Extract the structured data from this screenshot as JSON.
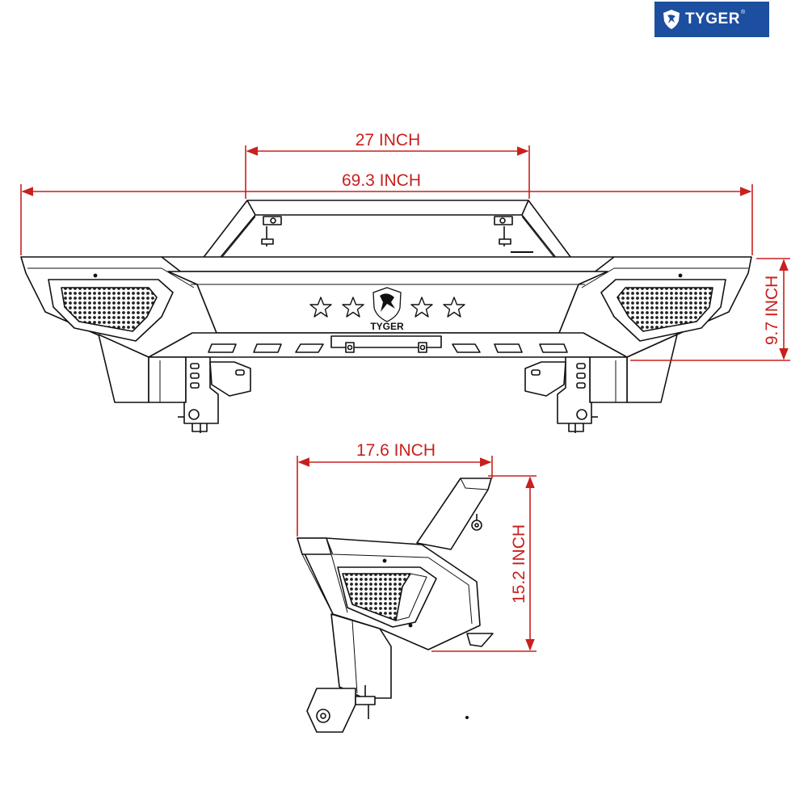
{
  "brand": {
    "name": "TYGER",
    "registered_mark": "®",
    "color": "#1d4fa0",
    "icon": "tiger-shield-icon"
  },
  "dimension_color": "#c8201e",
  "front_view": {
    "stamp_text": "TYGER",
    "stars": 4,
    "dimensions": {
      "center_width": "27 INCH",
      "overall_width": "69.3 INCH",
      "height": "9.7 INCH"
    }
  },
  "side_view": {
    "dimensions": {
      "depth": "17.6 INCH",
      "height": "15.2 INCH"
    }
  }
}
